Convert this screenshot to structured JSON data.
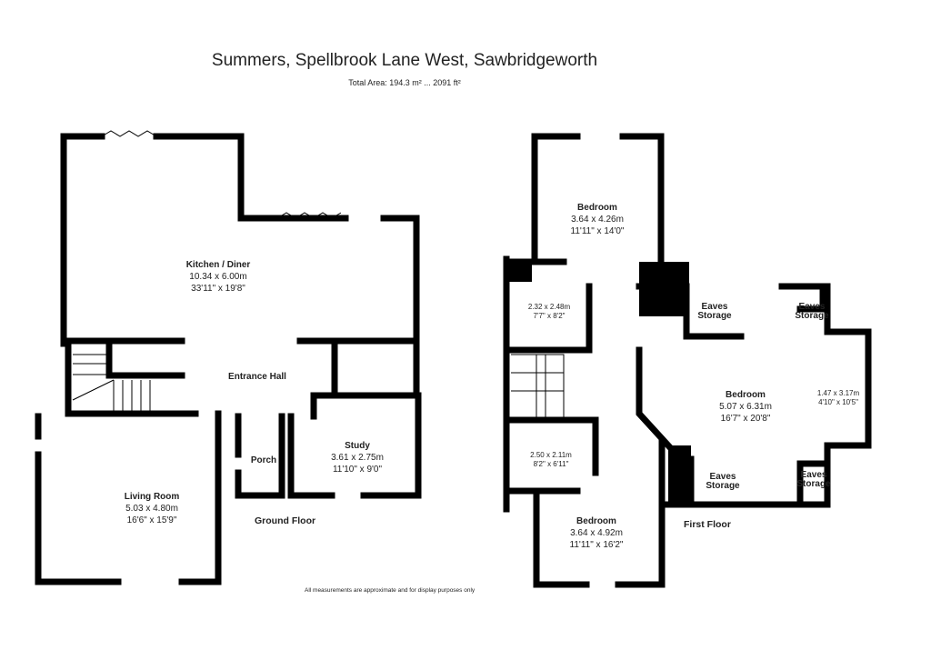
{
  "title": "Summers, Spellbrook Lane West, Sawbridgeworth",
  "total_area": "Total Area: 194.3 m² ... 2091 ft²",
  "ground_floor": {
    "label": "Ground Floor",
    "rooms": [
      {
        "name": "Kitchen / Diner",
        "metric": "10.34 x 6.00m",
        "imperial": "33'11\" x 19'8\""
      },
      {
        "name": "Entrance Hall"
      },
      {
        "name": "Living Room",
        "metric": "5.03 x 4.80m",
        "imperial": "16'6\" x 15'9\""
      },
      {
        "name": "Porch"
      },
      {
        "name": "Study",
        "metric": "3.61 x 2.75m",
        "imperial": "11'10\" x 9'0\""
      }
    ]
  },
  "first_floor": {
    "label": "First Floor",
    "rooms": [
      {
        "name": "Bedroom",
        "metric": "3.64 x 4.26m",
        "imperial": "11'11\" x 14'0\""
      },
      {
        "name": "",
        "metric": "2.32 x 2.48m",
        "imperial": "7'7\" x 8'2\""
      },
      {
        "name": "Bedroom",
        "metric": "5.07 x 6.31m",
        "imperial": "16'7\" x 20'8\""
      },
      {
        "name": "",
        "metric": "1.47 x 3.17m",
        "imperial": "4'10\" x 10'5\""
      },
      {
        "name": "",
        "metric": "2.50 x 2.11m",
        "imperial": "8'2\" x 6'11\""
      },
      {
        "name": "Bedroom",
        "metric": "3.64 x 4.92m",
        "imperial": "11'11\" x 16'2\""
      }
    ],
    "eaves": [
      "Eaves",
      "Storage"
    ]
  },
  "disclaimer": "All measurements are approximate and for display purposes only"
}
